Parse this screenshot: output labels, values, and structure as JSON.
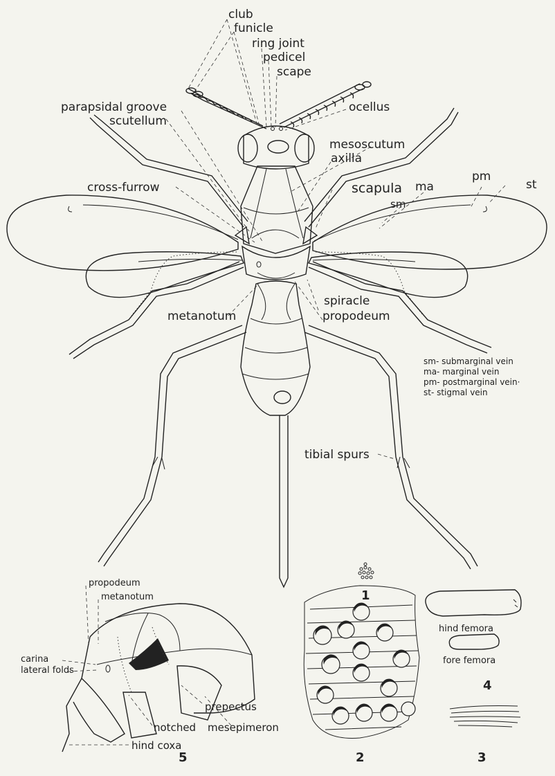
{
  "labels": {
    "club": "club",
    "funicle": "funicle",
    "ring_joint": "ring joint",
    "pedicel": "pedicel",
    "scape": "scape",
    "ocellus": "ocellus",
    "parapsidal_groove": "parapsidal groove",
    "scutellum": "scutellum",
    "mesoscutum": "mesoscutum",
    "axilla": "axilla",
    "cross_furrow": "cross-furrow",
    "scapula": "scapula",
    "ma": "ma",
    "pm": "pm",
    "st": "st",
    "sm": "sm",
    "spiracle": "spiracle",
    "propodeum": "propodeum",
    "metanotum": "metanotum",
    "tibial_spurs": "tibial spurs"
  },
  "key": [
    "sm- submarginal vein",
    "ma- marginal vein",
    "pm- postmarginal vein·",
    "st- stigmal vein"
  ],
  "fig5": {
    "propodeum": "propodeum",
    "metanotum": "metanotum",
    "carina": "carina",
    "lateral_folds": "lateral folds",
    "prepectus": "prepectus",
    "notched": "notched",
    "mesepimeron": "mesepimeron",
    "hind_coxa": "hind coxa"
  },
  "fig4": {
    "hind_femora": "hind femora",
    "fore_femora": "fore femora"
  },
  "figure_numbers": {
    "f1": "1",
    "f2": "2",
    "f3": "3",
    "f4": "4",
    "f5": "5"
  }
}
